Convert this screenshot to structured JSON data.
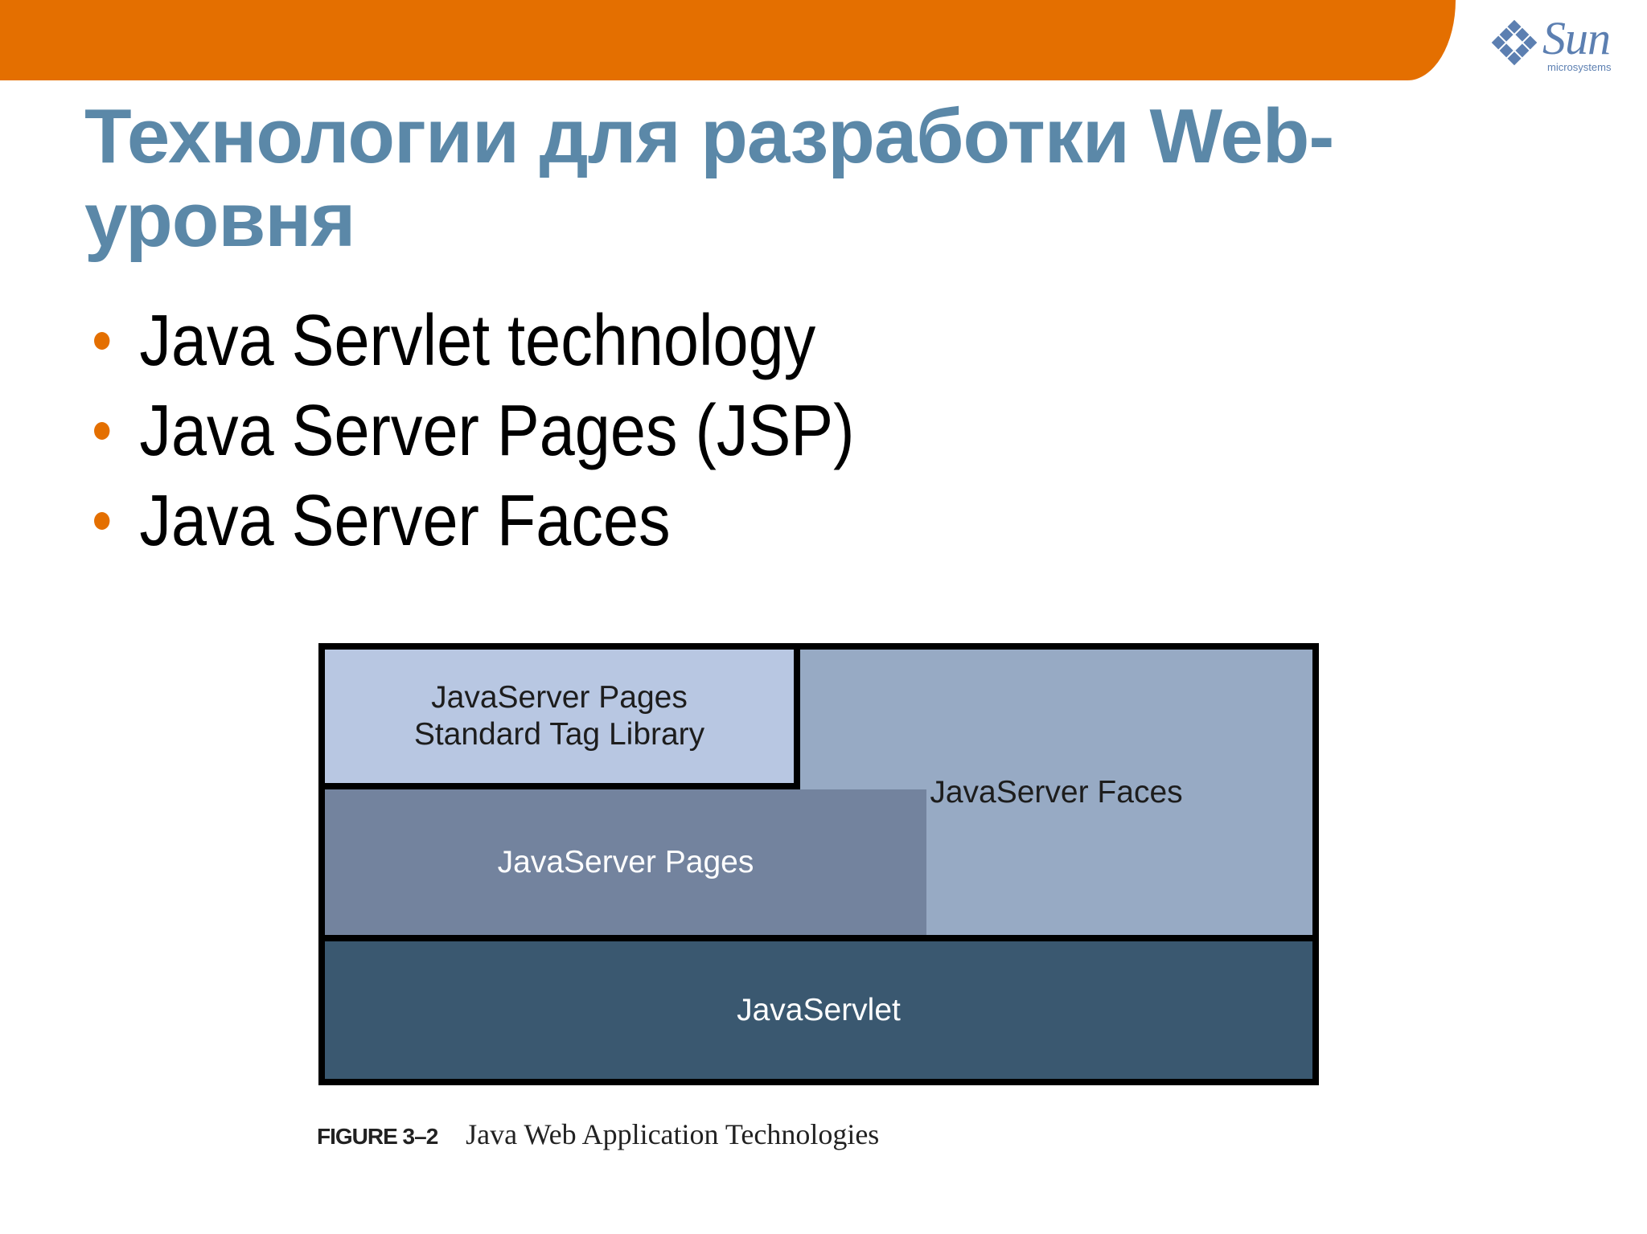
{
  "header": {
    "logo": {
      "word": "Sun",
      "sub": "microsystems",
      "icon": "sun-logo-icon"
    }
  },
  "slide": {
    "title": "Технологии для разработки Web-уровня",
    "bullets": [
      "Java Servlet technology",
      "Java Server Pages (JSP)",
      "Java Server Faces"
    ]
  },
  "diagram": {
    "jstl": [
      "JavaServer Pages",
      "Standard Tag Library"
    ],
    "jsf": "JavaServer Faces",
    "jsp": "JavaServer Pages",
    "servlet": "JavaServlet",
    "caption_figure": "FIGURE 3–2",
    "caption_text": "Java Web Application Technologies"
  },
  "colors": {
    "accent": "#e46f00",
    "title": "#5b88a8",
    "jstl": "#b8c7e2",
    "jsf": "#97aac4",
    "jsp": "#73839e",
    "servlet": "#3a5870"
  }
}
